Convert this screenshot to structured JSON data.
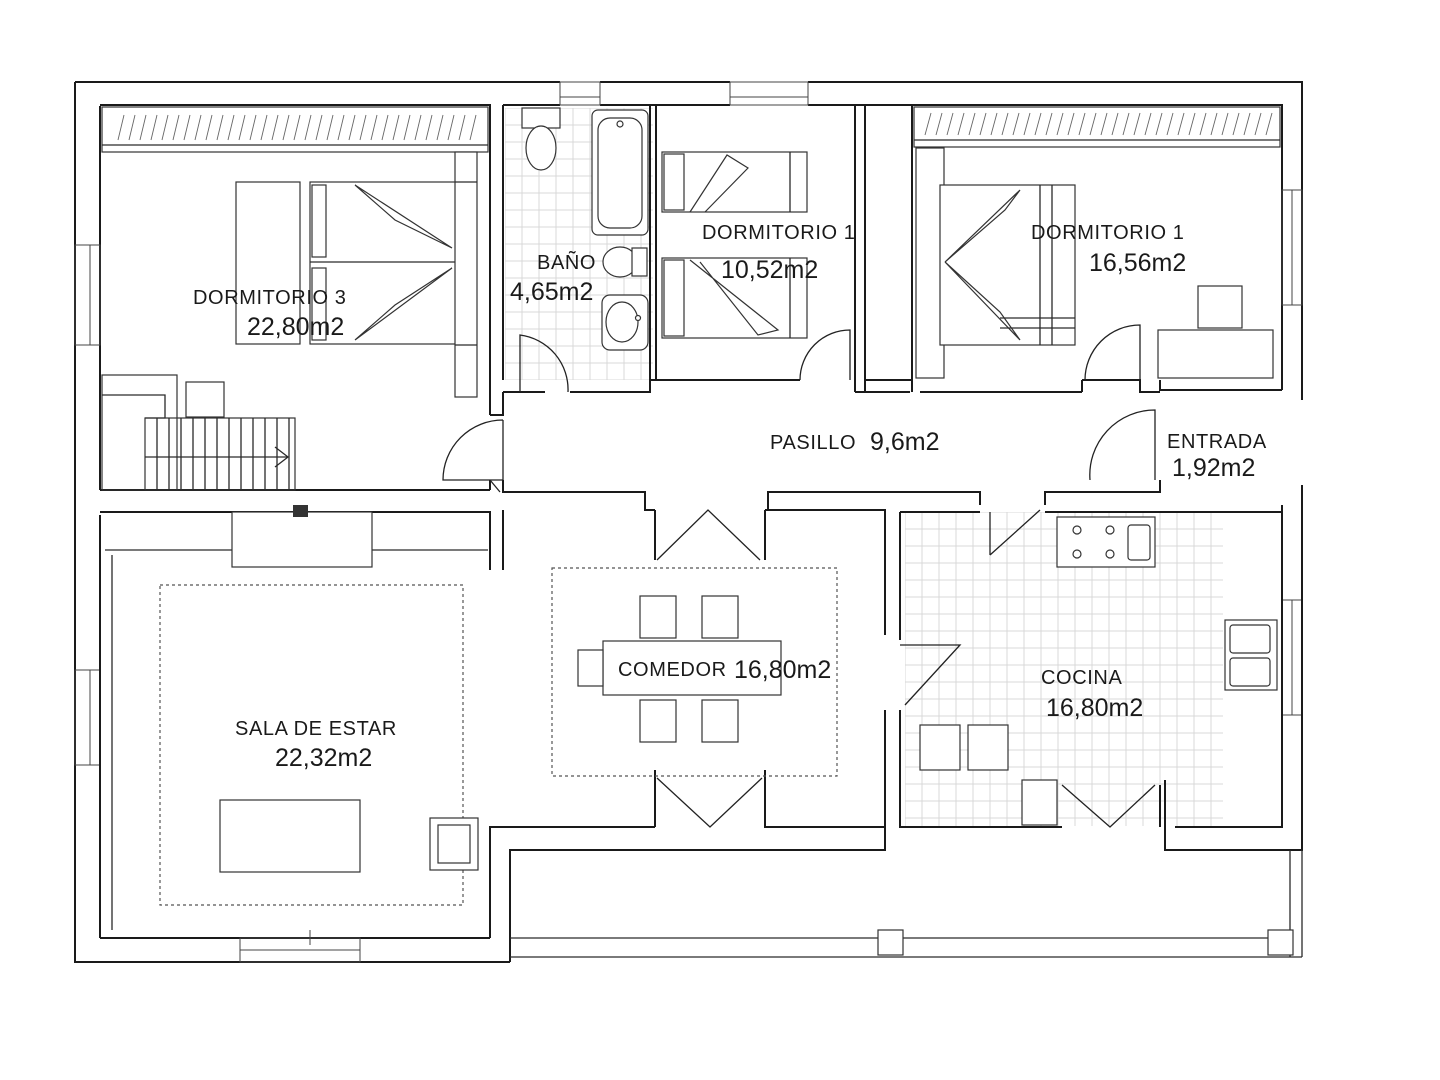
{
  "rooms": {
    "dormitorio3": {
      "name": "DORMITORIO 3",
      "area": "22,80m2"
    },
    "bano": {
      "name": "BAÑO",
      "area": "4,65m2"
    },
    "dormitorio1a": {
      "name": "DORMITORIO 1",
      "area": "10,52m2"
    },
    "dormitorio1b": {
      "name": "DORMITORIO 1",
      "area": "16,56m2"
    },
    "pasillo": {
      "name": "PASILLO",
      "area": "9,6m2"
    },
    "entrada": {
      "name": "ENTRADA",
      "area": "1,92m2"
    },
    "sala": {
      "name": "SALA DE ESTAR",
      "area": "22,32m2"
    },
    "comedor": {
      "name": "COMEDOR",
      "area": "16,80m2"
    },
    "cocina": {
      "name": "COCINA",
      "area": "16,80m2"
    }
  }
}
